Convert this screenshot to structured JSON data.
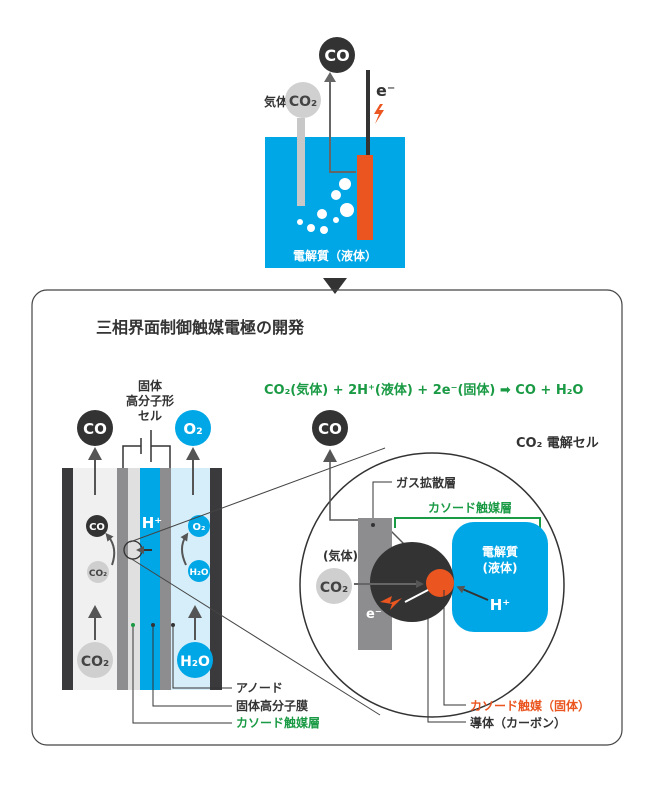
{
  "top": {
    "co": "CO",
    "gas_label": "気体",
    "co2": "CO₂",
    "electron": "e⁻",
    "electrolyte": "電解質（液体）"
  },
  "panel": {
    "title": "三相界面制御触媒電極の開発",
    "equation": "CO₂(気体) + 2H⁺(液体) + 2e⁻(固体) ➡ CO + H₂O"
  },
  "left_cell": {
    "cell_label": [
      "固体",
      "高分子形",
      "セル"
    ],
    "co_out": "CO",
    "o2_out": "O₂",
    "co_small": "CO",
    "co2_small": "CO₂",
    "h_plus": "H⁺",
    "o2_small": "O₂",
    "h2o_small": "H₂O",
    "co2_in": "CO₂",
    "h2o_in": "H₂O",
    "legend": [
      "アノード",
      "固体高分子膜",
      "カソード触媒層"
    ]
  },
  "right_cell": {
    "co_out": "CO",
    "title": "CO₂ 電解セル",
    "gas_diffusion": "ガス拡散層",
    "cathode_layer": "カソード触媒層",
    "electrolyte": [
      "電解質",
      "(液体)"
    ],
    "h_plus": "H⁺",
    "gas_label": "(気体)",
    "co2": "CO₂",
    "electron": "e⁻",
    "catalyst": "カソード触媒（固体）",
    "conductor": "導体（カーボン）"
  },
  "colors": {
    "blue": "#00a3e0",
    "orange": "#ea5520",
    "green": "#1a9a44",
    "dark": "#333333",
    "gray": "#8c8c8c"
  }
}
